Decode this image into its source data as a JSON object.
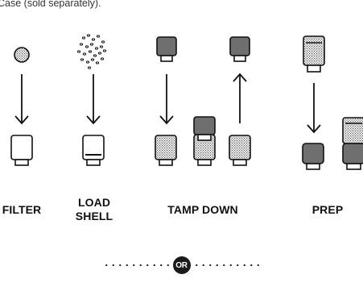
{
  "caption": "Case (sold separately).",
  "steps": [
    {
      "label": "FILTER"
    },
    {
      "label_line1": "LOAD",
      "label_line2": "SHELL"
    },
    {
      "label": "TAMP DOWN"
    },
    {
      "label": "PREP"
    }
  ],
  "divider": {
    "badge": "OR"
  },
  "colors": {
    "line": "#111111",
    "fill_dark": "#6f6f6f",
    "grounds": "#b5b5b5",
    "background": "#ffffff"
  },
  "icons": [
    "coffee-puck-icon",
    "coffee-grounds-icon",
    "filter-shell-icon",
    "tamper-icon",
    "arrow-down-icon",
    "arrow-up-icon"
  ]
}
